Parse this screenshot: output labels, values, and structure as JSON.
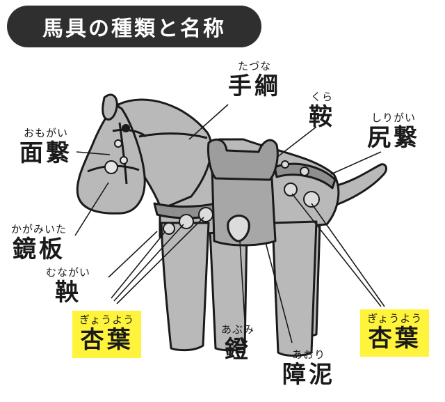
{
  "title": "馬具の種類と名称",
  "labels": {
    "tazuna": {
      "reading": "たづな",
      "name": "手綱"
    },
    "kura": {
      "reading": "くら",
      "name": "鞍"
    },
    "shirigai": {
      "reading": "しりがい",
      "name": "尻繋"
    },
    "omogai": {
      "reading": "おもがい",
      "name": "面繋"
    },
    "kagamiita": {
      "reading": "かがみいた",
      "name": "鏡板"
    },
    "munagai": {
      "reading": "むながい",
      "name": "鞅"
    },
    "gyoyo_left": {
      "reading": "ぎょうよう",
      "name": "杏葉"
    },
    "gyoyo_right": {
      "reading": "ぎょうよう",
      "name": "杏葉"
    },
    "abumi": {
      "reading": "あぶみ",
      "name": "鐙"
    },
    "aori": {
      "reading": "あおり",
      "name": "障泥"
    }
  },
  "colors": {
    "title_bg": "#2f2f2f",
    "highlight": "#fff43b",
    "horse_fill": "#b9b9b9",
    "outline": "#1a1a1a"
  }
}
